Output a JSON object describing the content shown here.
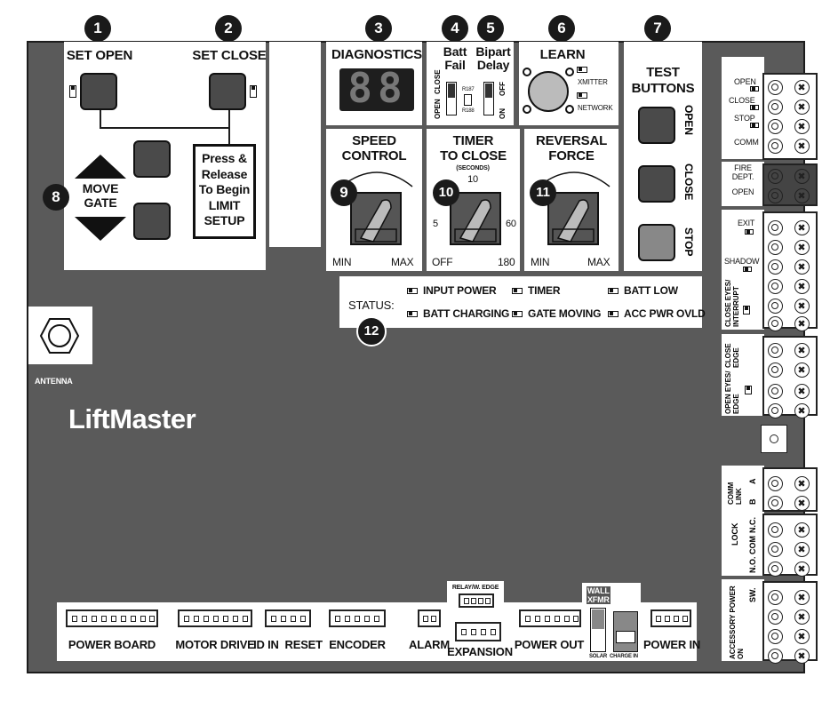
{
  "badges": [
    "1",
    "2",
    "3",
    "4",
    "5",
    "6",
    "7",
    "8",
    "9",
    "10",
    "11",
    "12"
  ],
  "top": {
    "set_open": "SET OPEN",
    "set_close": "SET CLOSE",
    "press_release": [
      "Press &",
      "Release",
      "To Begin",
      "LIMIT",
      "SETUP"
    ],
    "move_gate": [
      "MOVE",
      "GATE"
    ],
    "diagnostics": "DIAGNOSTICS",
    "display": "88",
    "batt_fail": [
      "Batt",
      "Fail"
    ],
    "bipart_delay": [
      "Bipart",
      "Delay"
    ],
    "open": "OPEN",
    "close": "CLOSE",
    "r187": "R187",
    "r188": "R188",
    "off": "OFF",
    "on": "ON",
    "learn": "LEARN",
    "xmitter": "XMITTER",
    "network": "NETWORK",
    "test_buttons": [
      "TEST",
      "BUTTONS"
    ],
    "test_open": "OPEN",
    "test_close": "CLOSE",
    "test_stop": "STOP"
  },
  "dials": {
    "speed": {
      "title": [
        "SPEED",
        "CONTROL"
      ],
      "min": "MIN",
      "max": "MAX"
    },
    "timer": {
      "title": [
        "TIMER",
        "TO CLOSE"
      ],
      "unit": "(SECONDS)",
      "t10": "10",
      "t5": "5",
      "t60": "60",
      "off": "OFF",
      "t180": "180"
    },
    "reversal": {
      "title": [
        "REVERSAL",
        "FORCE"
      ],
      "min": "MIN",
      "max": "MAX"
    }
  },
  "status": {
    "label": "STATUS:",
    "input_power": "INPUT POWER",
    "timer": "TIMER",
    "batt_low": "BATT LOW",
    "batt_charging": "BATT CHARGING",
    "gate_moving": "GATE MOVING",
    "acc_pwr_ovld": "ACC PWR OVLD"
  },
  "antenna": "ANTENNA",
  "brand": "LiftMaster",
  "bottom": {
    "power_board": "POWER BOARD",
    "motor_drive": "MOTOR DRIVE",
    "id_in_reset": "ID IN  RESET",
    "encoder": "ENCODER",
    "alarm": "ALARM",
    "relay_edge": "RELAY/W. EDGE",
    "expansion": "EXPANSION",
    "power_out": "POWER OUT",
    "wall_xfmr": [
      "WALL",
      "XFMR"
    ],
    "solar": "SOLAR",
    "charge_in": "CHARGE IN",
    "power_in": "POWER IN"
  },
  "right": {
    "open": "OPEN",
    "close": "CLOSE",
    "stop": "STOP",
    "comm": "COMM",
    "fire_dept": [
      "FIRE",
      "DEPT.",
      "OPEN"
    ],
    "exit": "EXIT",
    "shadow": "SHADOW",
    "close_eyes_interrupt": [
      "CLOSE EYES/",
      "INTERRUPT"
    ],
    "close_edge": [
      "CLOSE",
      "EDGE"
    ],
    "open_eyes_edge": [
      "OPEN EYES/",
      "EDGE"
    ],
    "comm_link": [
      "COMM",
      "LINK"
    ],
    "a": "A",
    "b": "B",
    "lock": "LOCK",
    "nc": "N.C.",
    "com": "COM",
    "no": "N.O.",
    "accessory_power": [
      "ACCESSORY POWER",
      "ON"
    ],
    "sw": "SW.",
    "plus": "+",
    "minus": "-"
  }
}
